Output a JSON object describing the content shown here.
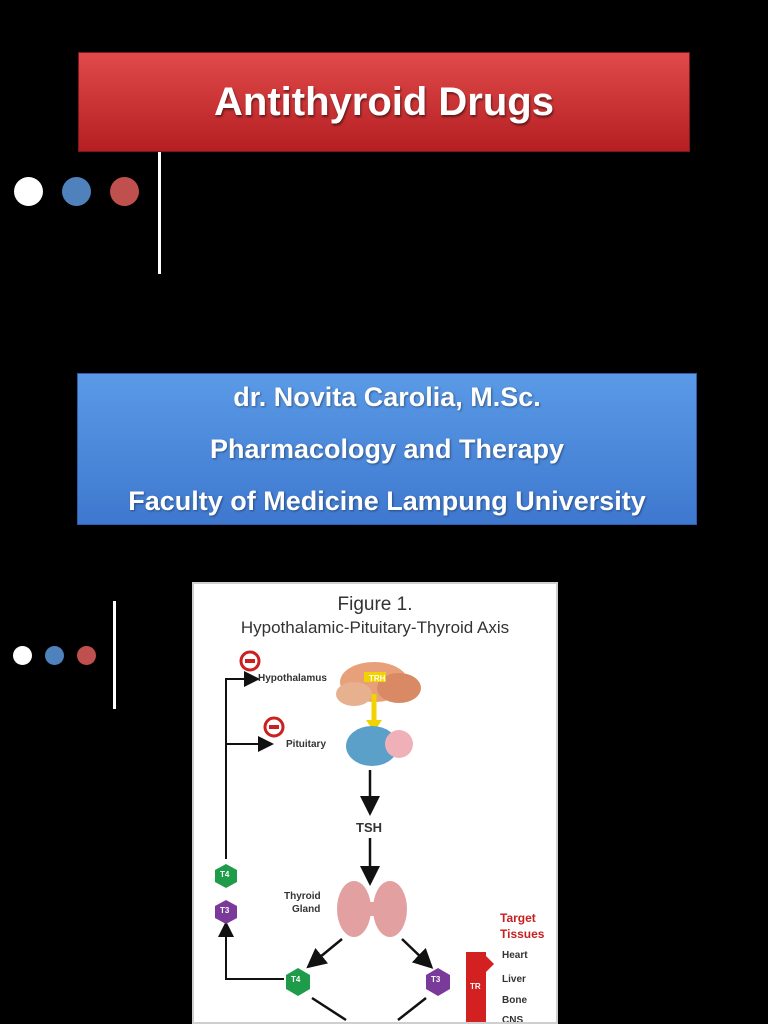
{
  "slide": {
    "title": "Antithyroid Drugs",
    "author": {
      "name": "dr. Novita Carolia, M.Sc.",
      "department": "Pharmacology and Therapy",
      "institution": "Faculty of Medicine Lampung University"
    }
  },
  "colors": {
    "title_bar": "#c9302c",
    "author_box": "#4a86d8",
    "dot_white": "#ffffff",
    "dot_blue": "#4f81bd",
    "dot_red": "#c0504d"
  },
  "figure": {
    "heading": "Figure 1.",
    "subheading": "Hypothalamic-Pituitary-Thyroid Axis",
    "labels": {
      "hypothalamus": "Hypothalamus",
      "pituitary": "Pituitary",
      "trh": "TRH",
      "tsh": "TSH",
      "thyroid_line1": "Thyroid",
      "thyroid_line2": "Gland",
      "t4": "T4",
      "t3": "T3",
      "tr": "TR"
    },
    "target": {
      "heading_line1": "Target",
      "heading_line2": "Tissues",
      "tissues": [
        "Heart",
        "Liver",
        "Bone",
        "CNS"
      ]
    }
  }
}
